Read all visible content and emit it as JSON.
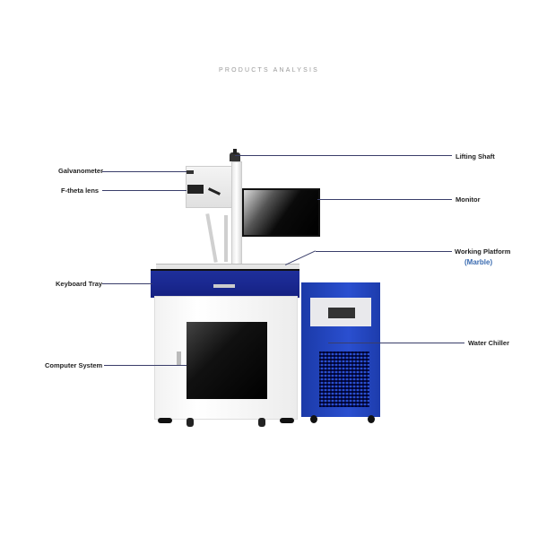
{
  "title": "PRODUCTS ANALYSIS",
  "labels": {
    "galvanometer": "Galvanometer",
    "ftheta": "F-theta lens",
    "lifting_shaft": "Lifting Shaft",
    "monitor": "Monitor",
    "working_platform": "Working Platform",
    "working_platform_sub": "(Marble)",
    "keyboard_tray": "Keyboard Tray",
    "computer_system": "Computer System",
    "water_chiller": "Water Chiller"
  },
  "colors": {
    "machine_blue": "#1e2f9a",
    "chiller_blue": "#2447c0",
    "leader_line": "#3a3e6a",
    "accent_text": "#3a6bb0"
  }
}
